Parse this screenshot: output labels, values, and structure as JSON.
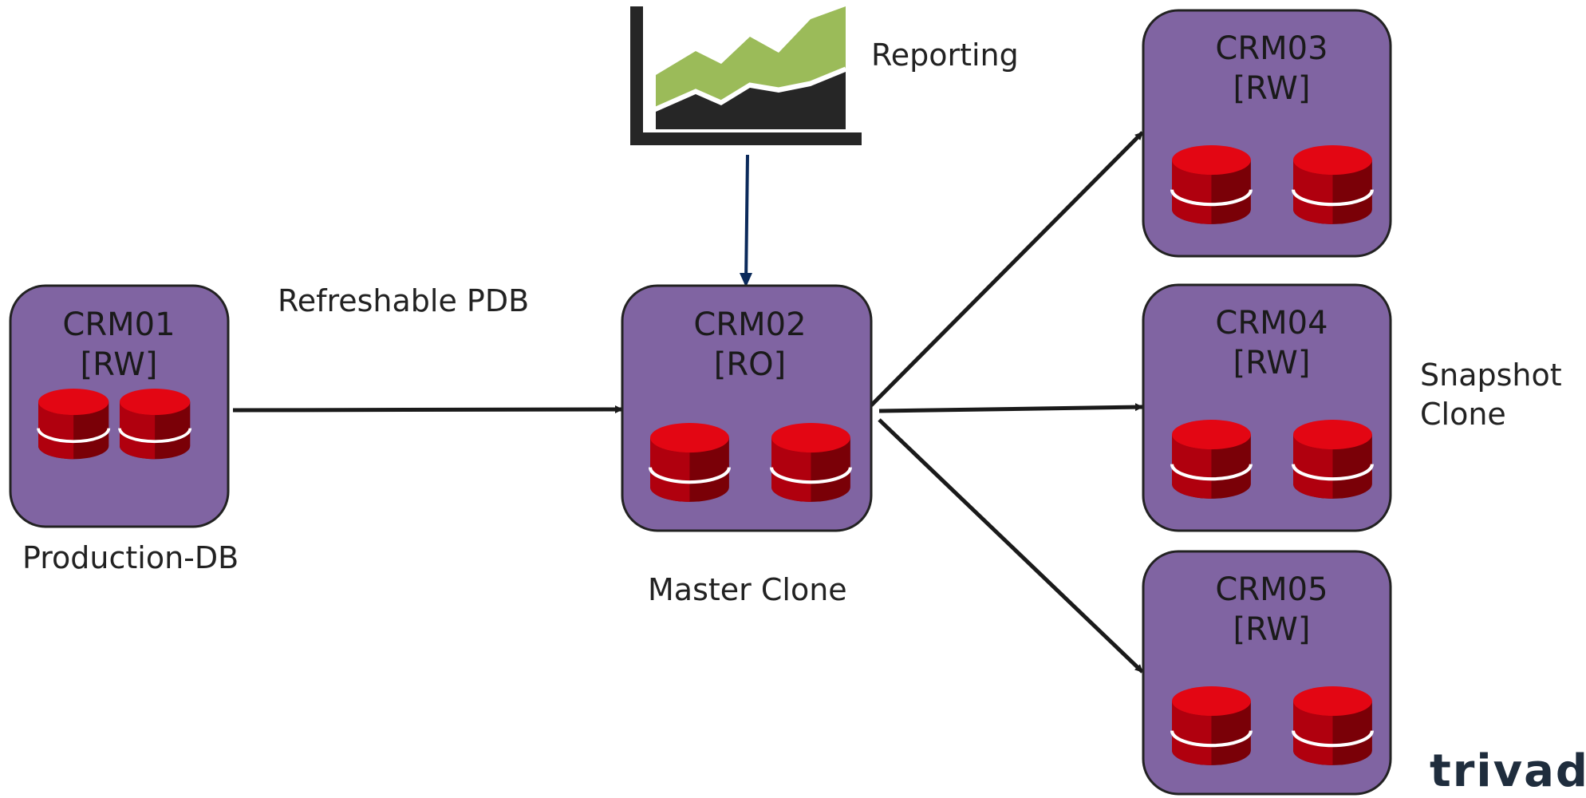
{
  "nodes": {
    "crm01": {
      "name": "CRM01",
      "mode": "[RW]"
    },
    "crm02": {
      "name": "CRM02",
      "mode": "[RO]"
    },
    "crm03": {
      "name": "CRM03",
      "mode": "[RW]"
    },
    "crm04": {
      "name": "CRM04",
      "mode": "[RW]"
    },
    "crm05": {
      "name": "CRM05",
      "mode": "[RW]"
    }
  },
  "labels": {
    "production_db": "Production-DB",
    "refreshable_pdb": "Refreshable PDB",
    "master_clone": "Master Clone",
    "reporting": "Reporting",
    "snapshot_line1": "Snapshot",
    "snapshot_line2": "Clone"
  },
  "logo": {
    "text": "trivadis"
  },
  "colors": {
    "node_fill": "#8064a2",
    "node_stroke": "#222222",
    "db_red": "#e30613",
    "db_dark": "#7a0007",
    "chart_green": "#9bbb59",
    "chart_dark": "#262626",
    "arrow_dark": "#1a1a1a",
    "arrow_navy": "#0b2a5b"
  }
}
